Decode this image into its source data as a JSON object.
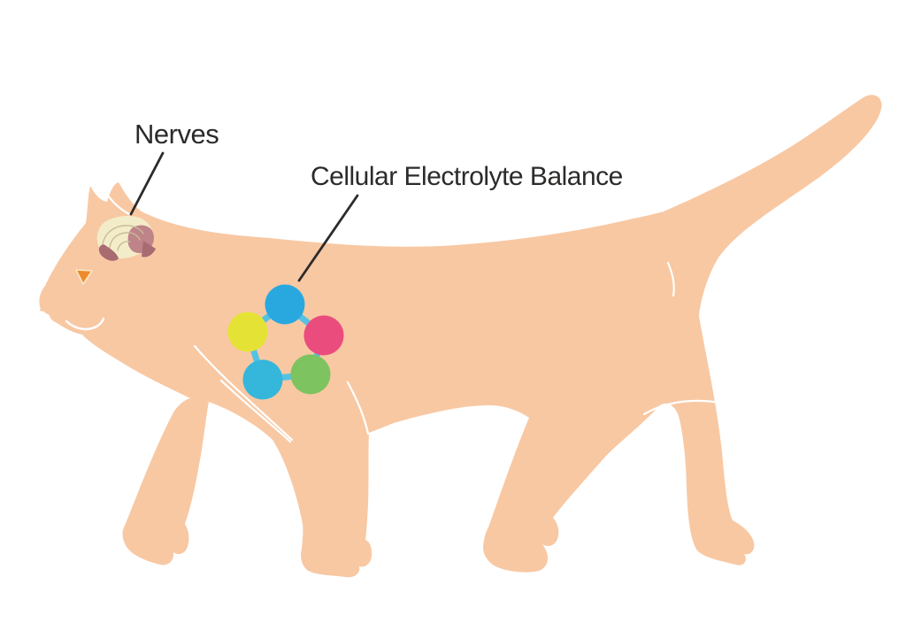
{
  "page": {
    "background": "#FFFFFF",
    "description": "Flat illustration of a walking cat with callouts for nerves (brain) and cellular electrolyte balance (five linked colored nodes on the shoulder)"
  },
  "labels": {
    "nerves": "Nerves",
    "electrolyte_balance": "Cellular Electrolyte Balance"
  },
  "colors": {
    "cat_body": "#F8C8A3",
    "text": "#2D2B2A",
    "leader_line": "#2D2B2A",
    "brain": "#F3ECC9",
    "brain_folds": "#C9BB97",
    "cerebellum": "#BE8489",
    "brainstem": "#A96B72",
    "eye": "#EE8A2B",
    "eye_outline": "#F9E8C5",
    "node_connector": "#55C2E3",
    "body_detail_lines": "#FFFFFF"
  },
  "electrolyte_nodes": [
    {
      "id": "node-top",
      "position": "top",
      "color": "#29A8E0"
    },
    {
      "id": "node-right",
      "position": "right",
      "color": "#EA4C7D"
    },
    {
      "id": "node-bottom-right",
      "position": "bottom-right",
      "color": "#7DC35F"
    },
    {
      "id": "node-bottom-left",
      "position": "bottom-left",
      "color": "#35B6DB"
    },
    {
      "id": "node-left",
      "position": "left",
      "color": "#E4E335"
    }
  ]
}
